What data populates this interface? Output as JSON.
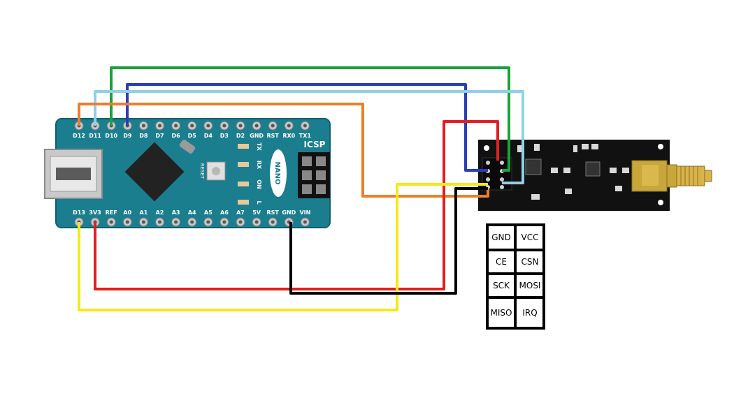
{
  "board": {
    "top_pins": [
      "D12",
      "D11",
      "D10",
      "D9",
      "D8",
      "D7",
      "D6",
      "D5",
      "D4",
      "D3",
      "D2",
      "GND",
      "RST",
      "RX0",
      "TX1"
    ],
    "bottom_pins": [
      "D13",
      "3V3",
      "REF",
      "A0",
      "A1",
      "A2",
      "A3",
      "A4",
      "A5",
      "A6",
      "A7",
      "5V",
      "RST",
      "GND",
      "VIN"
    ],
    "side_labels": [
      "TX",
      "RX",
      "ON",
      "L"
    ],
    "icsp_label": "ICSP",
    "reset_label": "RESET",
    "logo_text": "NANO"
  },
  "pinout_table": [
    [
      "GND",
      "VCC"
    ],
    [
      "CE",
      "CSN"
    ],
    [
      "SCK",
      "MOSI"
    ],
    [
      "MISO",
      "IRQ"
    ]
  ],
  "colors": {
    "board": "#1a7e8f",
    "green_wire": "#1aa33a",
    "blue_wire": "#2b3db8",
    "cyan_wire": "#8fd0e6",
    "orange_wire": "#ee7d2a",
    "red_wire": "#e02020",
    "yellow_wire": "#f6e81a",
    "black_wire": "#000000"
  }
}
